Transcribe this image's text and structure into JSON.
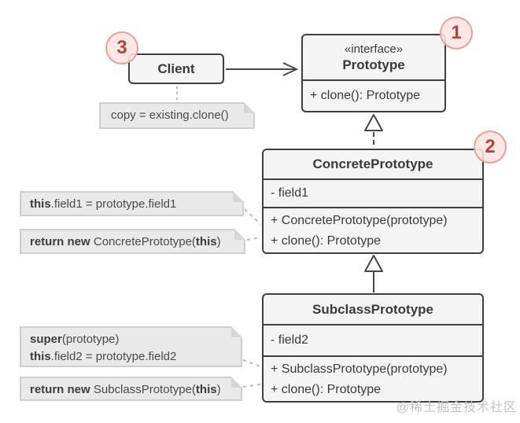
{
  "classes": {
    "client": {
      "name": "Client"
    },
    "prototype": {
      "stereotype": "«interface»",
      "name": "Prototype",
      "methods": [
        "+ clone(): Prototype"
      ]
    },
    "concrete": {
      "name": "ConcretePrototype",
      "fields": [
        "- field1"
      ],
      "methods": [
        "+ ConcretePrototype(prototype)",
        "+ clone(): Prototype"
      ]
    },
    "subclass": {
      "name": "SubclassPrototype",
      "fields": [
        "- field2"
      ],
      "methods": [
        "+ SubclassPrototype(prototype)",
        "+ clone(): Prototype"
      ]
    }
  },
  "notes": {
    "client_note": {
      "lines": [
        [
          {
            "t": "copy = existing.clone()",
            "b": false
          }
        ]
      ]
    },
    "concrete_field_note": {
      "lines": [
        [
          {
            "t": "this",
            "b": true
          },
          {
            "t": ".field1 = prototype.field1",
            "b": false
          }
        ]
      ]
    },
    "concrete_clone_note": {
      "lines": [
        [
          {
            "t": "return new",
            "b": true
          },
          {
            "t": " ConcretePrototype(",
            "b": false
          },
          {
            "t": "this",
            "b": true
          },
          {
            "t": ")",
            "b": false
          }
        ]
      ]
    },
    "subclass_field_note": {
      "lines": [
        [
          {
            "t": "super",
            "b": true
          },
          {
            "t": "(prototype)",
            "b": false
          }
        ],
        [
          {
            "t": "this",
            "b": true
          },
          {
            "t": ".field2 = prototype.field2",
            "b": false
          }
        ]
      ]
    },
    "subclass_clone_note": {
      "lines": [
        [
          {
            "t": "return new",
            "b": true
          },
          {
            "t": " SubclassPrototype(",
            "b": false
          },
          {
            "t": "this",
            "b": true
          },
          {
            "t": ")",
            "b": false
          }
        ]
      ]
    }
  },
  "badges": {
    "interface": "1",
    "concrete": "2",
    "client": "3"
  },
  "relationships": [
    {
      "from": "Client",
      "to": "Prototype",
      "type": "association"
    },
    {
      "from": "ConcretePrototype",
      "to": "Prototype",
      "type": "realization"
    },
    {
      "from": "SubclassPrototype",
      "to": "ConcretePrototype",
      "type": "inheritance"
    }
  ],
  "watermark": "@稀土掘金技术社区",
  "colors": {
    "box_border": "#3f3f3f",
    "box_fill": "#f4f4f4",
    "note_fill": "#e9e9e9",
    "note_border": "#cfcfcf",
    "badge_fill": "#fae4df",
    "badge_border": "#e89e91",
    "badge_text": "#b5443c",
    "line": "#474747",
    "connector_dash": "#b8b8b8",
    "watermark": "#c3c3c3"
  }
}
